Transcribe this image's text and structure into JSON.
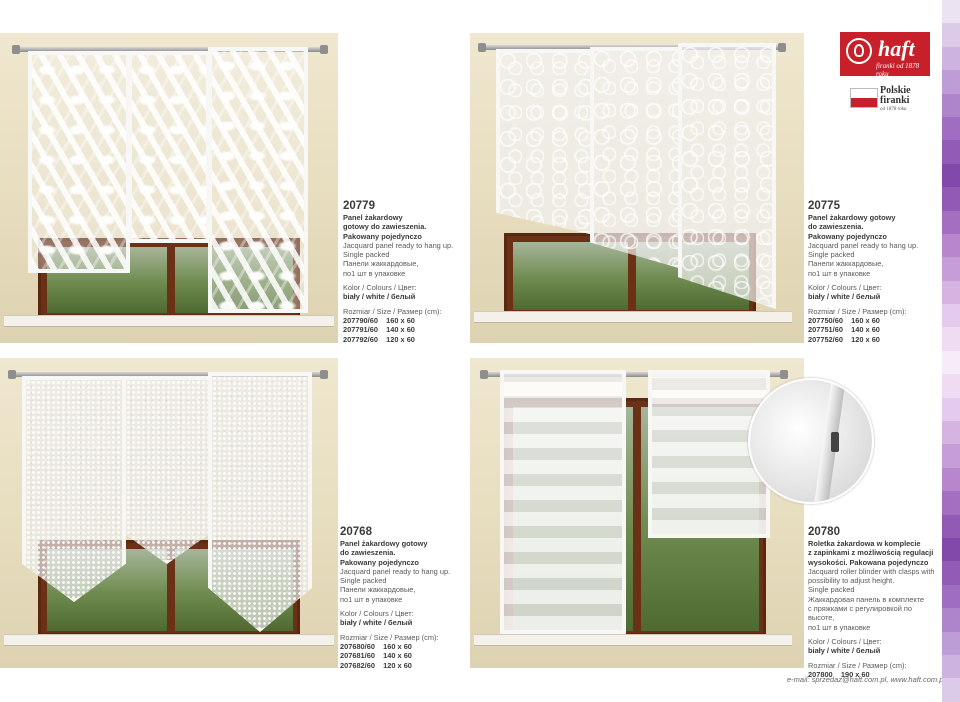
{
  "products": [
    {
      "code": "20779",
      "lines_bold": [
        "Panel żakardowy",
        "gotowy do zawieszenia.",
        "Pakowany pojedynczo"
      ],
      "lines": [
        "Jacquard panel ready to hang up.",
        "Single packed",
        "Панели жаккардовые,",
        "по1 шт в упаковке"
      ],
      "colour_label": "Kolor / Colours / Цвет:",
      "colour_value": "biały / white / белый",
      "size_label": "Rozmiar / Size / Размер (cm):",
      "sizes": [
        "207790/60    160 x 60",
        "207791/60    140 x 60",
        "207792/60    120 x 60"
      ]
    },
    {
      "code": "20775",
      "lines_bold": [
        "Panel żakardowy gotowy",
        "do zawieszenia.",
        "Pakowany pojedynczo"
      ],
      "lines": [
        "Jacquard panel ready to hang up.",
        "Single packed",
        "Панели жаккардовые,",
        "по1 шт в упаковке"
      ],
      "colour_label": "Kolor / Colours / Цвет:",
      "colour_value": "biały / white / белый",
      "size_label": "Rozmiar / Size / Размер (cm):",
      "sizes": [
        "207750/60    160 x 60",
        "207751/60    140 x 60",
        "207752/60    120 x 60"
      ]
    },
    {
      "code": "20768",
      "lines_bold": [
        "Panel żakardowy gotowy",
        "do zawieszenia.",
        "Pakowany pojedynczo"
      ],
      "lines": [
        "Jacquard panel ready to hang up.",
        "Single packed",
        "Панели жаккардовые,",
        "по1 шт в упаковке"
      ],
      "colour_label": "Kolor / Colours / Цвет:",
      "colour_value": "biały / white / белый",
      "size_label": "Rozmiar / Size / Размер (cm):",
      "sizes": [
        "207680/60    160 x 60",
        "207681/60    140 x 60",
        "207682/60    120 x 60"
      ]
    },
    {
      "code": "20780",
      "lines_bold": [
        "Roletka żakardowa w komplecie",
        "z zapinkami z możliwością regulacji",
        "wysokości. Pakowana pojedynczo"
      ],
      "lines": [
        "Jacquard roller blinder with clasps with",
        "possibility to adjust height.",
        "Single packed",
        "Жаккардовая  панель в комплекте",
        "с пряжками с регулировкой по высоте,",
        "по1 шт в упаковке"
      ],
      "colour_label": "Kolor / Colours / Цвет:",
      "colour_value": "biały / white / белый",
      "size_label": "Rozmiar / Size / Размер (cm):",
      "sizes": [
        "207800    190 x 60"
      ]
    }
  ],
  "brand": {
    "logo_word": "haft",
    "logo_tagline": "firanki od 1878 roku",
    "badge_line1": "Polskie",
    "badge_line2": "firanki",
    "badge_line3": "od 1878 roku"
  },
  "footer": "e-mail: sprzedaz@haft.com.pl, www.haft.com.pl",
  "colors": {
    "brand_red": "#c8202a",
    "sidebar": [
      "#ece3f2",
      "#dccbe8",
      "#cdb3df",
      "#be9cd5",
      "#ae84cb",
      "#9f6dc2",
      "#915bb6",
      "#8248aa",
      "#9259b5",
      "#a56fc1",
      "#b786cd",
      "#c79dd8",
      "#d6b4e2",
      "#e4caec",
      "#efdcf3",
      "#f6ebf8",
      "#efdcf3",
      "#e4caec",
      "#d6b4e2",
      "#c79dd8",
      "#b786cd",
      "#a56fc1",
      "#9259b5",
      "#8248aa",
      "#915bb6",
      "#9f6dc2",
      "#ae84cb",
      "#be9cd5",
      "#cdb3df",
      "#dccbe8"
    ]
  }
}
